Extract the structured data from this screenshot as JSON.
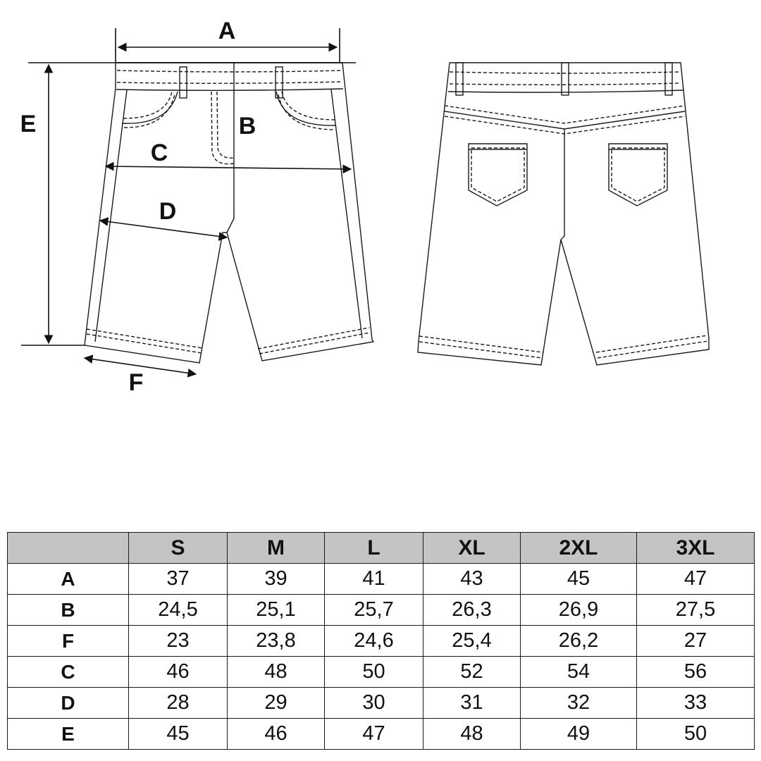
{
  "figure": {
    "labels": {
      "a": "A",
      "b": "B",
      "c": "C",
      "d": "D",
      "e": "E",
      "f": "F"
    }
  },
  "size_table": {
    "header": [
      "",
      "S",
      "M",
      "L",
      "XL",
      "2XL",
      "3XL"
    ],
    "rows": [
      {
        "label": "A",
        "values": [
          "37",
          "39",
          "41",
          "43",
          "45",
          "47"
        ]
      },
      {
        "label": "B",
        "values": [
          "24,5",
          "25,1",
          "25,7",
          "26,3",
          "26,9",
          "27,5"
        ]
      },
      {
        "label": "F",
        "values": [
          "23",
          "23,8",
          "24,6",
          "25,4",
          "26,2",
          "27"
        ]
      },
      {
        "label": "C",
        "values": [
          "46",
          "48",
          "50",
          "52",
          "54",
          "56"
        ]
      },
      {
        "label": "D",
        "values": [
          "28",
          "29",
          "30",
          "31",
          "32",
          "33"
        ]
      },
      {
        "label": "E",
        "values": [
          "45",
          "46",
          "47",
          "48",
          "49",
          "50"
        ]
      }
    ]
  },
  "colors": {
    "header_bg": "#c4c4c4",
    "line": "#1a1a1a",
    "background": "#ffffff"
  }
}
